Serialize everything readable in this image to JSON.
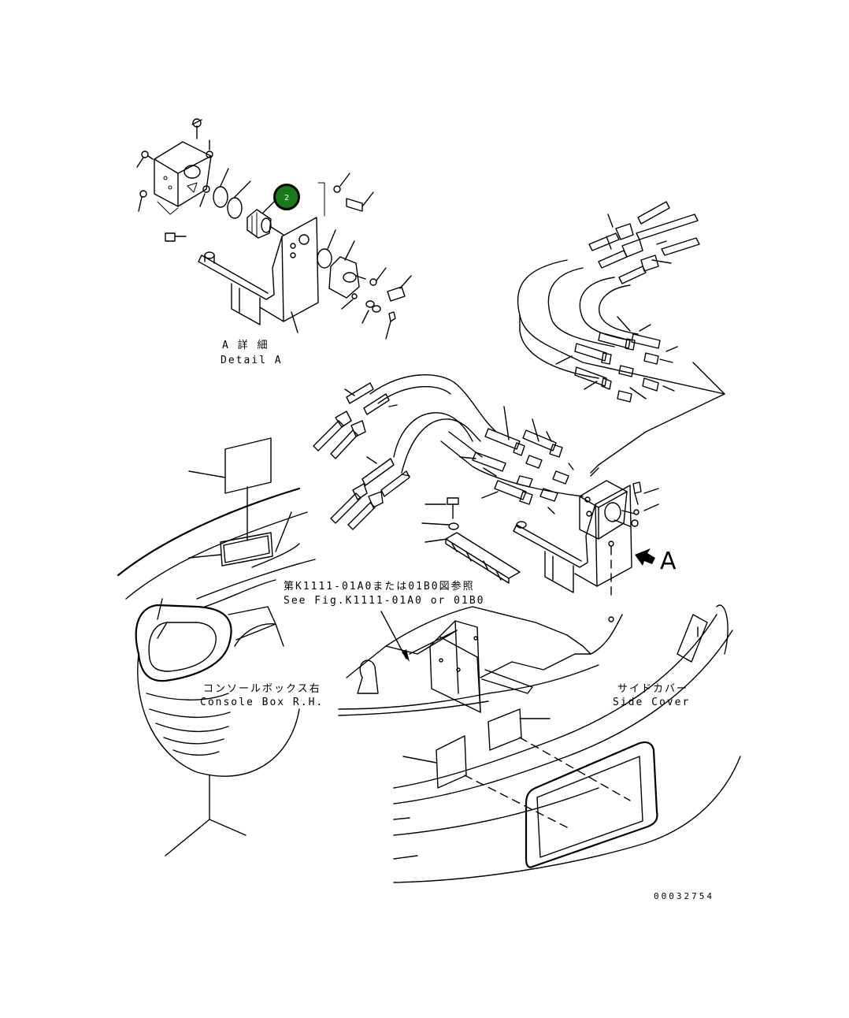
{
  "detail_label": {
    "jp": "A 詳 細",
    "en": "Detail A"
  },
  "reference_label": {
    "jp": "第K1111-01A0または01B0図参照",
    "en": "See Fig.K1111-01A0 or 01B0"
  },
  "console_label": {
    "jp": "コンソールボックス右",
    "en": "Console Box R.H."
  },
  "side_cover_label": {
    "jp": "サイドカバー",
    "en": "Side Cover"
  },
  "view_arrow_label": "A",
  "drawing_number": "00032754",
  "callout": {
    "number": "2",
    "color": "#1a7a1a",
    "ring_color": "#000000"
  }
}
